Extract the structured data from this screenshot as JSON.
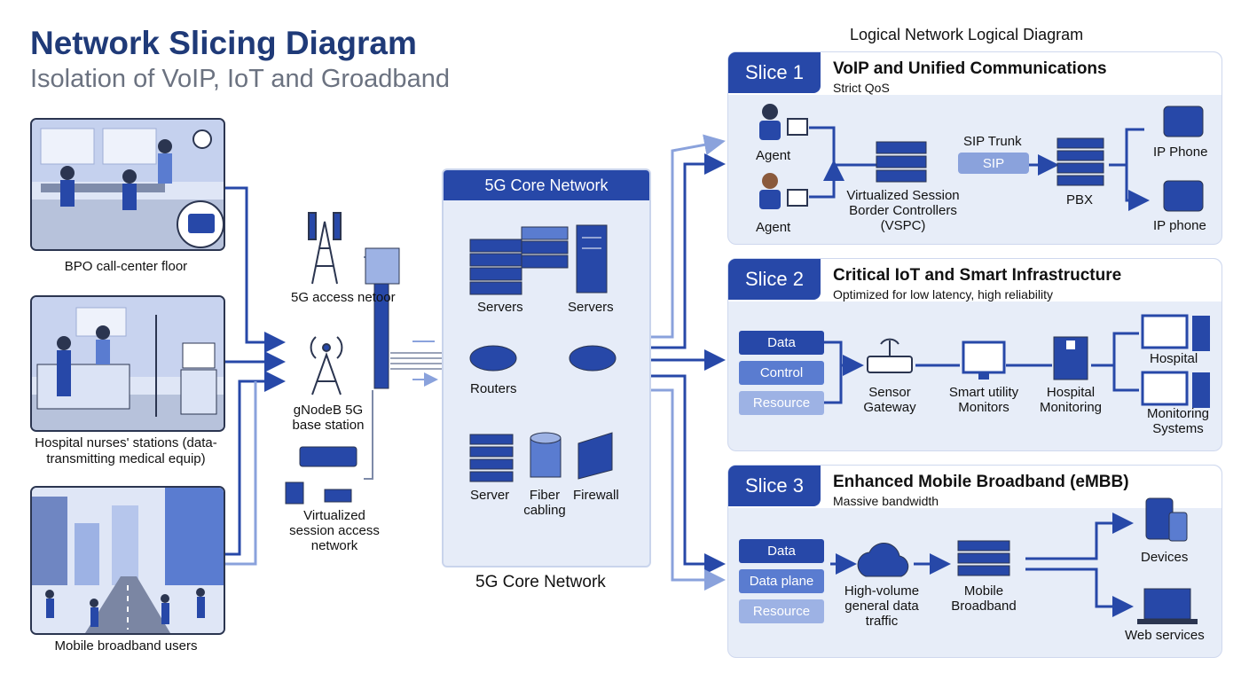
{
  "header": {
    "title": "Network Slicing Diagram",
    "subtitle": "Isolation of VoIP, IoT and Groadband",
    "right_title": "Logical Network Logical Diagram"
  },
  "sources": {
    "bpo": "BPO call-center floor",
    "hospital": "Hospital nurses' stations (data-transmitting medical equip)",
    "mobile": "Mobile broadband users"
  },
  "access": {
    "tower_access": "5G access netoor",
    "gnodeb": "gNodeB 5G base station",
    "virt_access": "Virtualized session access network"
  },
  "core": {
    "header": "5G Core Network",
    "footer": "5G Core Network",
    "servers_left": "Servers",
    "servers_right": "Servers",
    "routers": "Routers",
    "server": "Server",
    "fiber": "Fiber cabling",
    "firewall": "Firewall"
  },
  "slice1": {
    "tab": "Slice 1",
    "title": "VoIP and Unified Communications",
    "subtitle": "Strict QoS",
    "agent1": "Agent",
    "agent2": "Agent",
    "vspc": "Virtualized Session Border Controllers (VSPC)",
    "sip_trunk": "SIP Trunk",
    "sip": "SIP",
    "pbx": "PBX",
    "phone1": "IP Phone",
    "phone2": "IP phone"
  },
  "slice2": {
    "tab": "Slice 2",
    "title": "Critical IoT and Smart Infrastructure",
    "subtitle": "Optimized for low latency, high reliability",
    "pill1": "Data",
    "pill2": "Control",
    "pill3": "Resource",
    "gateway": "Sensor Gateway",
    "utility": "Smart utility Monitors",
    "hosp_mon": "Hospital Monitoring",
    "hospital": "Hospital",
    "mon_sys": "Monitoring Systems"
  },
  "slice3": {
    "tab": "Slice 3",
    "title": "Enhanced Mobile Broadband (eMBB)",
    "subtitle": "Massive bandwidth",
    "pill1": "Data",
    "pill2": "Data plane",
    "pill3": "Resource",
    "traffic": "High-volume general data traffic",
    "mbb": "Mobile Broadband",
    "devices": "Devices",
    "web": "Web services"
  },
  "colors": {
    "navy": "#2748a8",
    "mid": "#5a7cd0",
    "light": "#9db2e4",
    "panel": "#e7edf8"
  }
}
